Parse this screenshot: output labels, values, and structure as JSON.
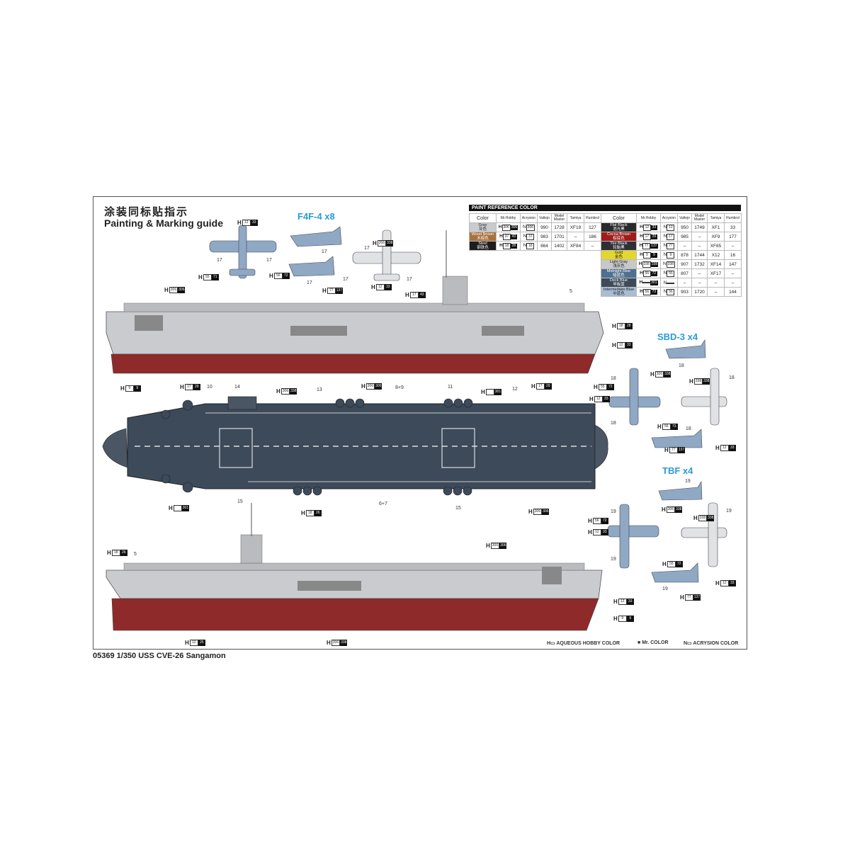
{
  "header": {
    "title_cn": "涂装同标贴指示",
    "title_en": "Painting & Marking guide"
  },
  "aircraft": [
    {
      "name": "F4F-4 x8"
    },
    {
      "name": "SBD-3 x4"
    },
    {
      "name": "TBF x4"
    }
  ],
  "paint_table": {
    "title": "PAINT  REFERENCE COLOR",
    "columns": [
      "Color",
      "Mr.Hobby",
      "Acrysion",
      "Vallejo",
      "Model Master",
      "Tamiya",
      "Humbrol"
    ],
    "left_rows": [
      {
        "color": "Gray",
        "cn": "灰色",
        "swatch": "#c9cbce",
        "h": [
          "306",
          "306"
        ],
        "n": "306",
        "vallejo": "990",
        "mm": "1728",
        "tamiya": "XF19",
        "humbrol": "127"
      },
      {
        "color": "Wood Brown",
        "cn": "木棕色",
        "swatch": "#a9713c",
        "h": [
          "37",
          "43"
        ],
        "n": "37",
        "vallejo": "983",
        "mm": "1701",
        "tamiya": "–",
        "humbrol": "186"
      },
      {
        "color": "Steel",
        "cn": "钢铁色",
        "swatch": "#1d1d1d",
        "h": [
          "18",
          "28"
        ],
        "n": "18",
        "vallejo": "864",
        "mm": "1402",
        "tamiya": "XF84",
        "humbrol": "–"
      }
    ],
    "right_rows": [
      {
        "color": "Flat Black",
        "cn": "消光黑",
        "swatch": "#2a2a2a",
        "h": [
          "12",
          "33"
        ],
        "n": "12",
        "vallejo": "950",
        "mm": "1749",
        "tamiya": "XF1",
        "humbrol": "33"
      },
      {
        "color": "Cocoa Brown",
        "cn": "棕底色",
        "swatch": "#a01b1b",
        "h": [
          "17",
          "29"
        ],
        "n": "17",
        "vallejo": "985",
        "mm": "–",
        "tamiya": "XF9",
        "humbrol": "177"
      },
      {
        "color": "Tire Black",
        "cn": "轮胎黑",
        "swatch": "#2e3036",
        "h": [
          "77",
          "137"
        ],
        "n": "77",
        "vallejo": "–",
        "mm": "–",
        "tamiya": "XF85",
        "humbrol": "–"
      },
      {
        "color": "Gold",
        "cn": "金色",
        "swatch": "#e4d62c",
        "h": [
          "9",
          "9"
        ],
        "n": "9",
        "vallejo": "878",
        "mm": "1744",
        "tamiya": "X12",
        "humbrol": "16"
      },
      {
        "color": "Light Gray",
        "cn": "浅灰色",
        "swatch": "#c8c8c8",
        "h": [
          "338",
          "338"
        ],
        "n": "338",
        "vallejo": "907",
        "mm": "1732",
        "tamiya": "XF14",
        "humbrol": "147"
      },
      {
        "color": "Midnight Blue",
        "cn": "暗蓝色",
        "swatch": "#4f6f8f",
        "h": [
          "55",
          "72"
        ],
        "n": "55",
        "vallejo": "807",
        "mm": "–",
        "tamiya": "XF17",
        "humbrol": "–"
      },
      {
        "color": "Deck Blue",
        "cn": "甲板蓝",
        "swatch": "#3c4a5a",
        "h": [
          "",
          "301"
        ],
        "n": "",
        "vallejo": "–",
        "mm": "–",
        "tamiya": "–",
        "humbrol": "–"
      },
      {
        "color": "Intermediate Blue",
        "cn": "中蓝色",
        "swatch": "#a8bdd4",
        "h": [
          "56",
          "73"
        ],
        "n": "56",
        "vallejo": "903",
        "mm": "1720",
        "tamiya": "–",
        "humbrol": "144"
      }
    ]
  },
  "callouts": [
    [
      "12",
      "33"
    ],
    [
      "55",
      "71"
    ],
    [
      "56",
      "72"
    ],
    [
      "77",
      "137"
    ],
    [
      "306",
      "338"
    ],
    [
      "12",
      "33"
    ],
    [
      "17",
      "43"
    ],
    [
      "306",
      "306"
    ],
    [
      "18",
      "28"
    ],
    [
      "12",
      "33"
    ],
    [
      "9",
      "9"
    ],
    [
      "17",
      "29"
    ],
    [
      "306",
      "338"
    ],
    [
      "306",
      "306"
    ],
    [
      "",
      "301"
    ],
    [
      "17",
      "29"
    ],
    [
      "55",
      "72"
    ],
    [
      "12",
      "33"
    ],
    [
      "",
      "301"
    ],
    [
      "18",
      "26"
    ],
    [
      "306",
      "306"
    ],
    [
      "306",
      "338"
    ],
    [
      "338",
      "338"
    ],
    [
      "56",
      "73"
    ],
    [
      "77",
      "137"
    ],
    [
      "12",
      "33"
    ],
    [
      "306",
      "338"
    ],
    [
      "338",
      "338"
    ],
    [
      "56",
      "72"
    ],
    [
      "12",
      "33"
    ],
    [
      "55",
      "72"
    ],
    [
      "12",
      "33"
    ],
    [
      "77",
      "137"
    ],
    [
      "18",
      "26"
    ],
    [
      "306",
      "306"
    ],
    [
      "12",
      "33"
    ],
    [
      "9",
      "9"
    ],
    [
      "12",
      "25"
    ],
    [
      "306",
      "338"
    ]
  ],
  "decal_numbers": [
    "17",
    "17",
    "17",
    "17",
    "17",
    "17",
    "17",
    "5",
    "10",
    "14",
    "13",
    "8+9",
    "11",
    "12",
    "15",
    "6+7",
    "15",
    "18",
    "18",
    "18",
    "18",
    "18",
    "19",
    "19",
    "19",
    "19",
    "19",
    "5"
  ],
  "legend": {
    "h": "AQUEOUS HOBBY COLOR",
    "mr": "Mr. COLOR",
    "n": "ACRYSION COLOR"
  },
  "footer": "05369 1/350 USS CVE-26 Sangamon",
  "colors": {
    "hull_red": "#8e2a2a",
    "superstructure_gray": "#c9cbce",
    "deck_blue": "#3c4a5a",
    "aircraft_blue": "#8fa8c4",
    "accent_blue": "#2a9bd6"
  }
}
